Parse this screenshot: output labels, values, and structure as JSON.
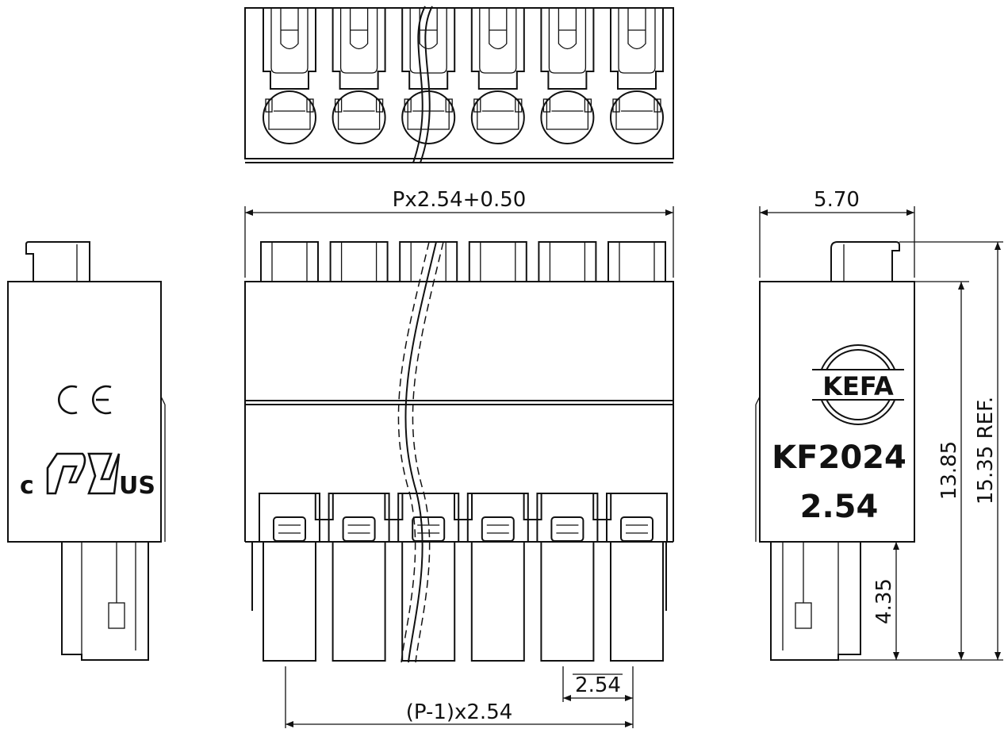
{
  "dimensions": {
    "overall_width": "Px2.54+0.50",
    "side_width": "5.70",
    "pin_span": "(P-1)x2.54",
    "pitch": "2.54",
    "body_height": "13.85",
    "total_height": "15.35 REF.",
    "pin_length": "4.35"
  },
  "markings": {
    "brand": "KEFA",
    "model": "KF2024",
    "pitch": "2.54",
    "ce": "CE",
    "ul_left": "c",
    "ul_right": "US"
  },
  "pole_count_drawn": 6
}
